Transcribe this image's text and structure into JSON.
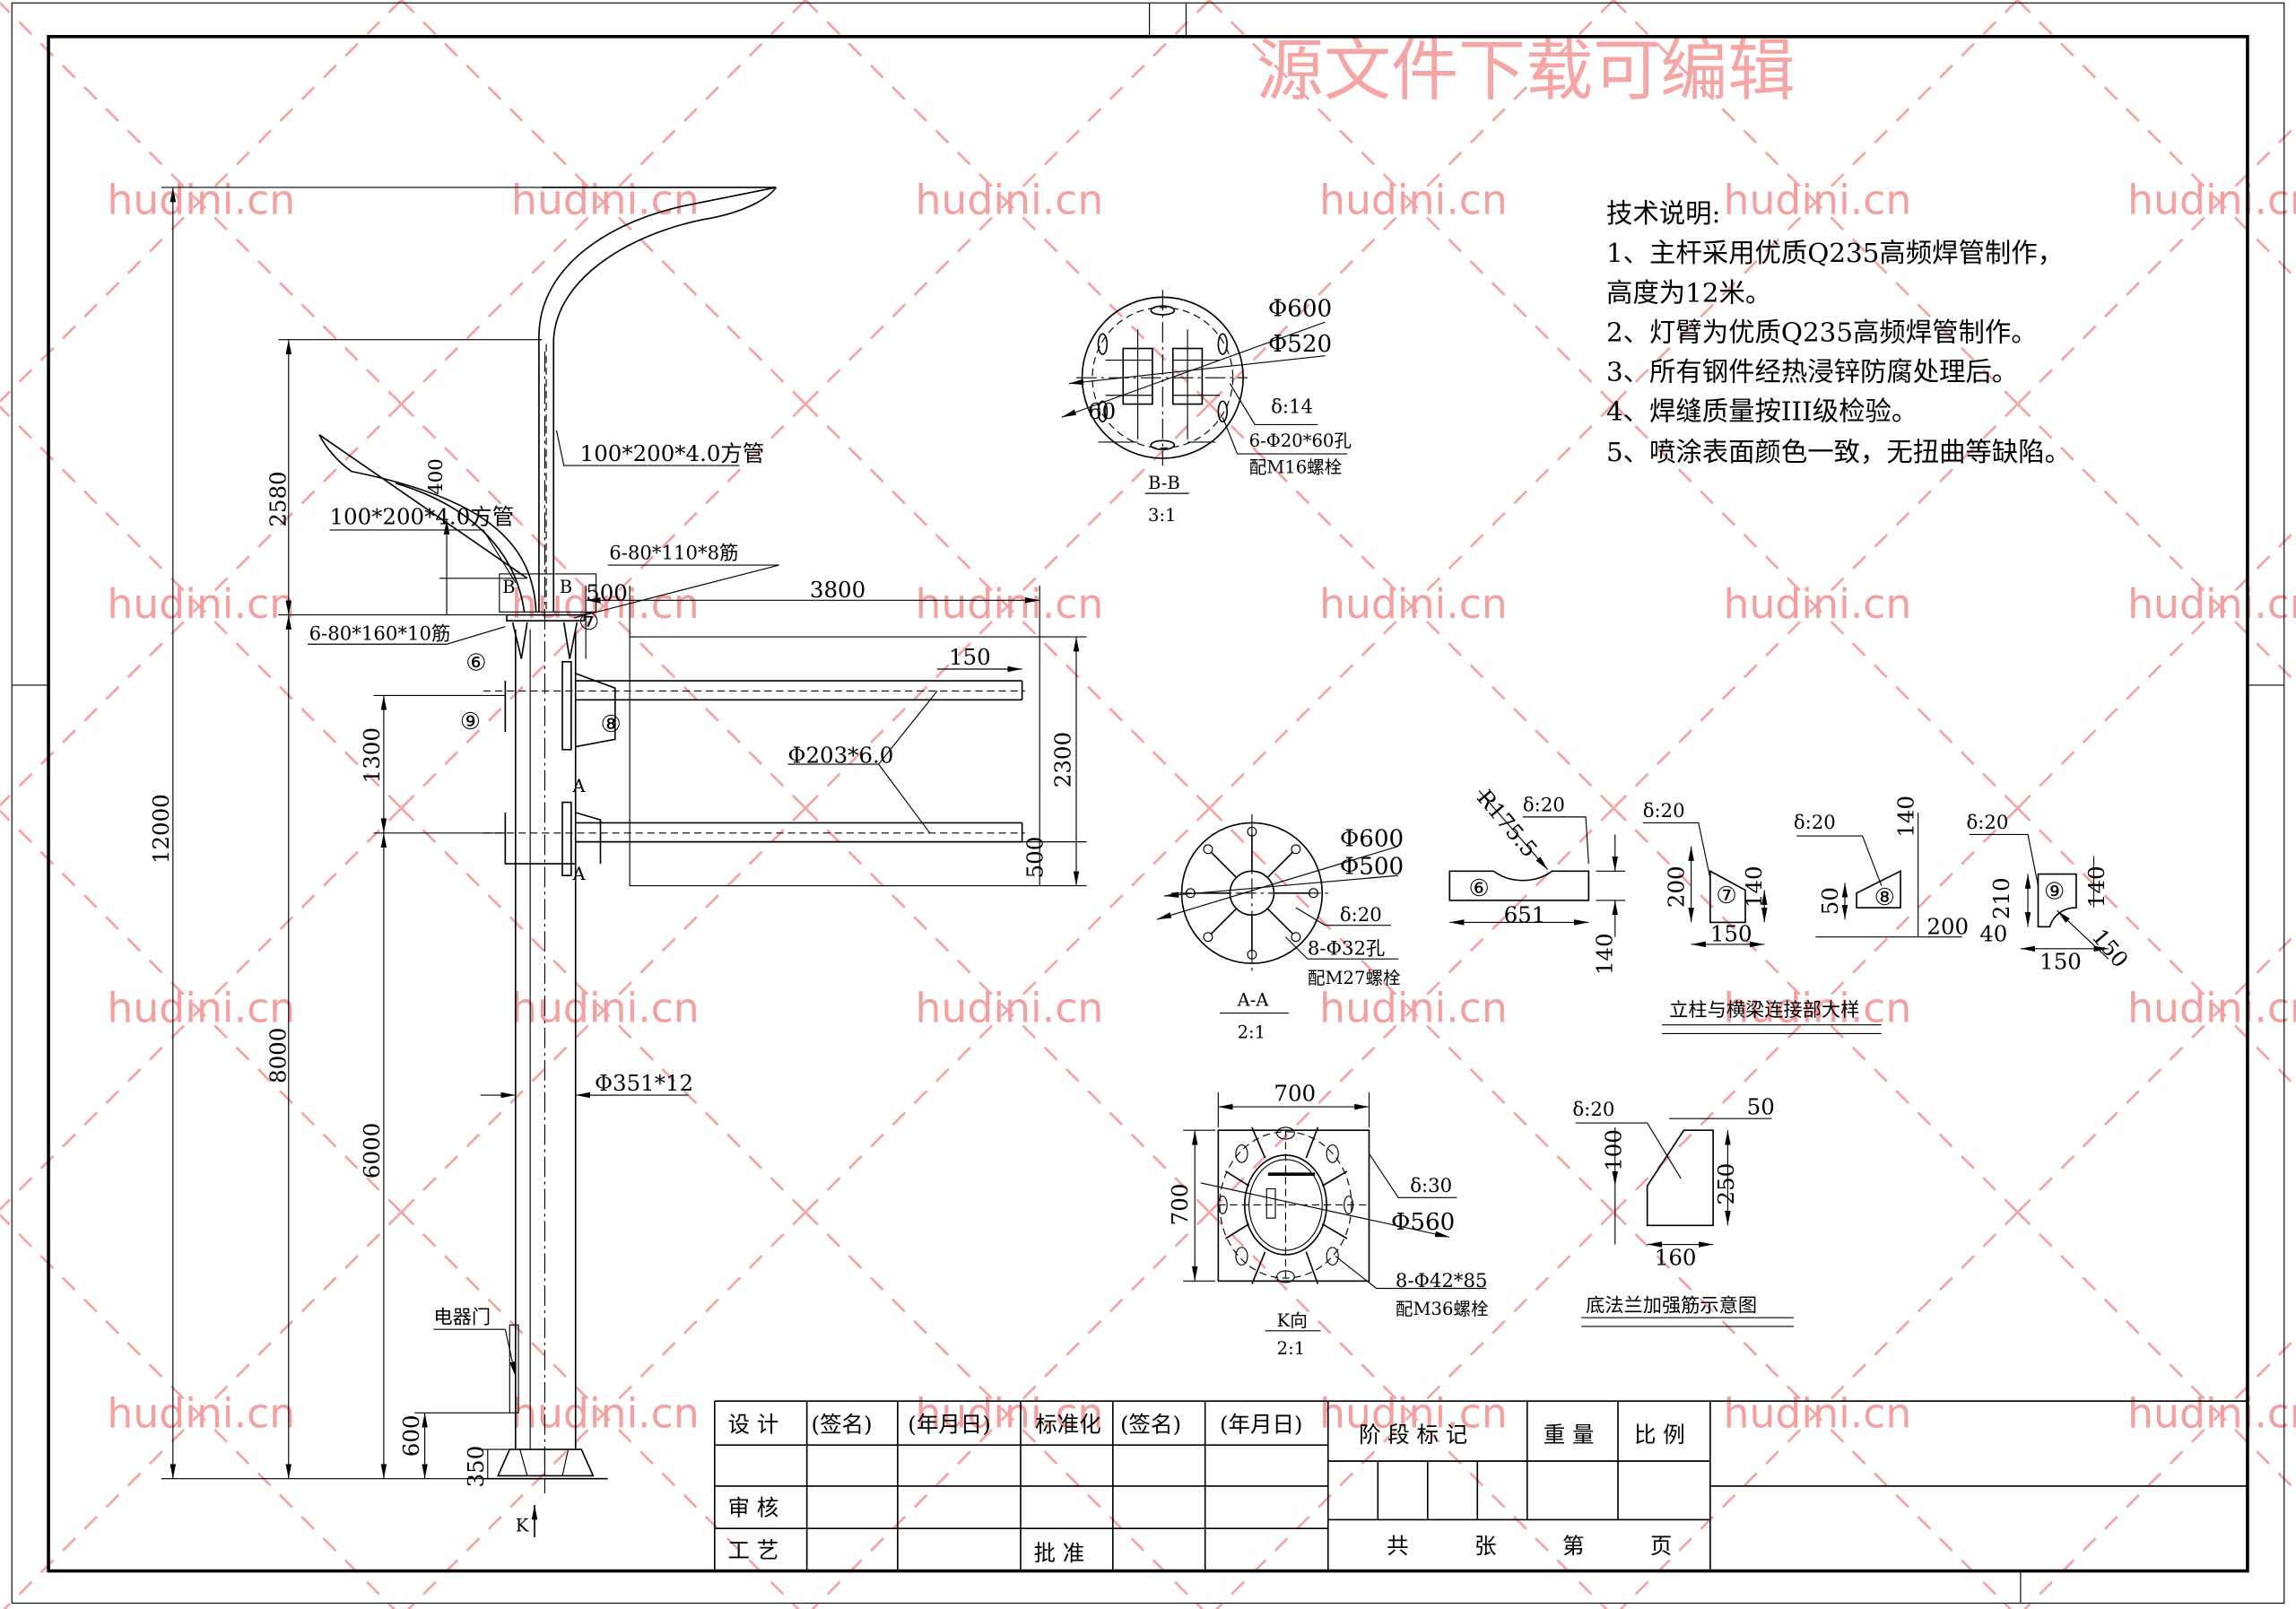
{
  "watermark": {
    "headline": "源文件下载可编辑",
    "site": "hudini.cn",
    "color": "#f4a0a0"
  },
  "notes": {
    "title": "技术说明:",
    "lines": [
      "1、主杆采用优质Q235高频焊管制作，",
      "高度为12米。",
      "2、灯臂为优质Q235高频焊管制作。",
      "3、所有钢件经热浸锌防腐处理后。",
      "4、焊缝质量按III级检验。",
      "5、喷涂表面颜色一致，无扭曲等缺陷。"
    ]
  },
  "elevation": {
    "upper_arm": "100*200*4.0方管",
    "lower_arm": "100*200*4.0方管",
    "rib_upper": "6-80*110*8筋",
    "rib_lower": "6-80*160*10筋",
    "crossarm_pipe": "Φ203*6.0",
    "pole_pipe": "Φ351*12",
    "door": "电器门",
    "dims": {
      "total": "12000",
      "d2580": "2580",
      "d400": "400",
      "d8000": "8000",
      "d1300": "1300",
      "d6000": "6000",
      "d600": "600",
      "d350": "350",
      "d3800": "3800",
      "d500a": "500",
      "d150": "150",
      "d2300": "2300",
      "d500b": "500"
    },
    "section_marks": {
      "b": "B",
      "a": "A",
      "k": "K"
    },
    "part_nums": {
      "p6": "⑥",
      "p7": "⑦",
      "p8": "⑧",
      "p9": "⑨"
    }
  },
  "section_bb": {
    "d600": "Φ600",
    "d520": "Φ520",
    "d60": "60",
    "thick": "δ:14",
    "holes": "6-Φ20*60孔",
    "bolts": "配M16螺栓",
    "title": "B-B",
    "scale": "3:1"
  },
  "section_aa": {
    "d600": "Φ600",
    "d500": "Φ500",
    "thick": "δ:20",
    "holes": "8-Φ32孔",
    "bolts": "配M27螺栓",
    "title": "A-A",
    "scale": "2:1"
  },
  "view_k": {
    "w": "700",
    "h": "700",
    "thick": "δ:30",
    "d560": "Φ560",
    "holes": "8-Φ42*85",
    "bolts": "配M36螺栓",
    "title": "K向",
    "scale": "2:1"
  },
  "joint_detail": {
    "title": "立柱与横梁连接部大样",
    "p6": {
      "r": "R175.5",
      "thick": "δ:20",
      "len": "651",
      "h": "140"
    },
    "p7": {
      "thick": "δ:20",
      "h1": "200",
      "h2": "140",
      "w": "150"
    },
    "p8": {
      "thick": "δ:20",
      "h1": "50",
      "h2": "140",
      "w": "200"
    },
    "p9": {
      "thick": "δ:20",
      "h1": "210",
      "h2": "140",
      "w1": "40",
      "w2": "150",
      "c": "150"
    }
  },
  "base_rib": {
    "title": "底法兰加强筋示意图",
    "thick": "δ:20",
    "d100": "100",
    "d50": "50",
    "d250": "250",
    "d160": "160"
  },
  "title_block": {
    "design": "设  计",
    "sign1": "(签名)",
    "date1": "(年月日)",
    "standard": "标准化",
    "sign2": "(签名)",
    "date2": "(年月日)",
    "review": "审  核",
    "process": "工  艺",
    "approve": "批  准",
    "stage": "阶 段 标 记",
    "weight": "重  量",
    "scale": "比  例",
    "total": "共",
    "sheets": "张",
    "no": "第",
    "page": "页"
  }
}
